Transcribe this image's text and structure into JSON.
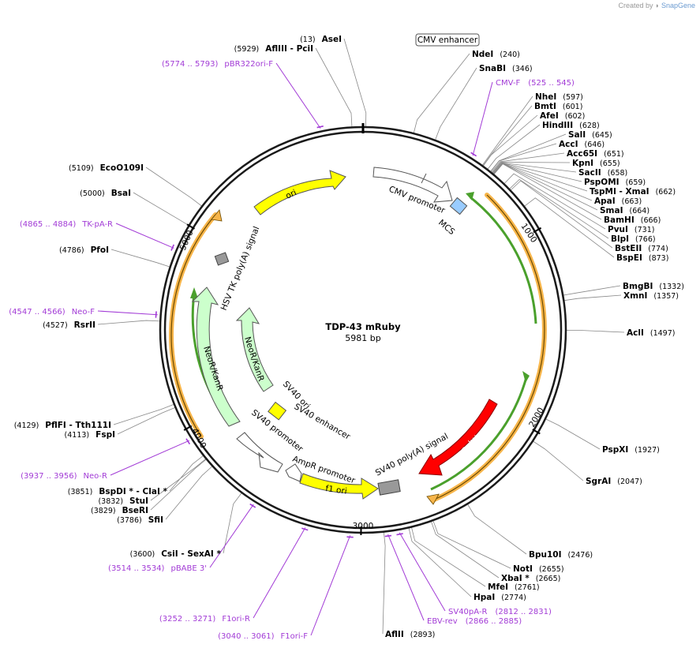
{
  "credit": {
    "prefix": "Created by",
    "brand": "SnapGene"
  },
  "plasmid": {
    "name": "TDP-43 mRuby",
    "size_label": "5981 bp",
    "length": 5981
  },
  "ticks": [
    {
      "label": "1000",
      "pos": 1000
    },
    {
      "label": "2000",
      "pos": 2000
    },
    {
      "label": "3000",
      "pos": 3000
    },
    {
      "label": "4000",
      "pos": 4000
    },
    {
      "label": "5000",
      "pos": 5000
    }
  ],
  "sites": [
    {
      "name": "AseI",
      "pos_label": "(13)",
      "pos": 13,
      "side": "left"
    },
    {
      "name": "NdeI",
      "pos_label": "(240)",
      "pos": 240,
      "side": "right"
    },
    {
      "name": "SnaBI",
      "pos_label": "(346)",
      "pos": 346,
      "side": "right"
    },
    {
      "name": "NheI",
      "pos_label": "(597)",
      "pos": 597,
      "side": "right"
    },
    {
      "name": "BmtI",
      "pos_label": "(601)",
      "pos": 601,
      "side": "right"
    },
    {
      "name": "AfeI",
      "pos_label": "(602)",
      "pos": 602,
      "side": "right"
    },
    {
      "name": "HindIII",
      "pos_label": "(628)",
      "pos": 628,
      "side": "right"
    },
    {
      "name": "SalI",
      "pos_label": "(645)",
      "pos": 645,
      "side": "right"
    },
    {
      "name": "AccI",
      "pos_label": "(646)",
      "pos": 646,
      "side": "right"
    },
    {
      "name": "Acc65I",
      "pos_label": "(651)",
      "pos": 651,
      "side": "right"
    },
    {
      "name": "KpnI",
      "pos_label": "(655)",
      "pos": 655,
      "side": "right"
    },
    {
      "name": "SacII",
      "pos_label": "(658)",
      "pos": 658,
      "side": "right"
    },
    {
      "name": "PspOMI",
      "pos_label": "(659)",
      "pos": 659,
      "side": "right"
    },
    {
      "name": "TspMI - XmaI",
      "pos_label": "(662)",
      "pos": 662,
      "side": "right"
    },
    {
      "name": "ApaI",
      "pos_label": "(663)",
      "pos": 663,
      "side": "right"
    },
    {
      "name": "SmaI",
      "pos_label": "(664)",
      "pos": 664,
      "side": "right"
    },
    {
      "name": "BamHI",
      "pos_label": "(666)",
      "pos": 666,
      "side": "right"
    },
    {
      "name": "PvuI",
      "pos_label": "(731)",
      "pos": 731,
      "side": "right"
    },
    {
      "name": "BlpI",
      "pos_label": "(766)",
      "pos": 766,
      "side": "right"
    },
    {
      "name": "BstEII",
      "pos_label": "(774)",
      "pos": 774,
      "side": "right"
    },
    {
      "name": "BspEI",
      "pos_label": "(873)",
      "pos": 873,
      "side": "right"
    },
    {
      "name": "BmgBI",
      "pos_label": "(1332)",
      "pos": 1332,
      "side": "right"
    },
    {
      "name": "XmnI",
      "pos_label": "(1357)",
      "pos": 1357,
      "side": "right"
    },
    {
      "name": "AclI",
      "pos_label": "(1497)",
      "pos": 1497,
      "side": "right"
    },
    {
      "name": "PspXI",
      "pos_label": "(1927)",
      "pos": 1927,
      "side": "right"
    },
    {
      "name": "SgrAI",
      "pos_label": "(2047)",
      "pos": 2047,
      "side": "right"
    },
    {
      "name": "Bpu10I",
      "pos_label": "(2476)",
      "pos": 2476,
      "side": "right"
    },
    {
      "name": "NotI",
      "pos_label": "(2655)",
      "pos": 2655,
      "side": "right"
    },
    {
      "name": "XbaI *",
      "pos_label": "(2665)",
      "pos": 2665,
      "side": "right"
    },
    {
      "name": "MfeI",
      "pos_label": "(2761)",
      "pos": 2761,
      "side": "right"
    },
    {
      "name": "HpaI",
      "pos_label": "(2774)",
      "pos": 2774,
      "side": "right"
    },
    {
      "name": "AflII",
      "pos_label": "(2893)",
      "pos": 2893,
      "side": "right"
    },
    {
      "name": "CsiI - SexAI *",
      "pos_label": "(3600)",
      "pos": 3600,
      "side": "left"
    },
    {
      "name": "SfiI",
      "pos_label": "(3786)",
      "pos": 3786,
      "side": "left"
    },
    {
      "name": "BseRI",
      "pos_label": "(3829)",
      "pos": 3829,
      "side": "left"
    },
    {
      "name": "StuI",
      "pos_label": "(3832)",
      "pos": 3832,
      "side": "left"
    },
    {
      "name": "BspDI * - ClaI *",
      "pos_label": "(3851)",
      "pos": 3851,
      "side": "left"
    },
    {
      "name": "FspI",
      "pos_label": "(4113)",
      "pos": 4113,
      "side": "left"
    },
    {
      "name": "PflFI - Tth111I",
      "pos_label": "(4129)",
      "pos": 4129,
      "side": "left"
    },
    {
      "name": "RsrII",
      "pos_label": "(4527)",
      "pos": 4527,
      "side": "left"
    },
    {
      "name": "PfoI",
      "pos_label": "(4786)",
      "pos": 4786,
      "side": "left"
    },
    {
      "name": "BsaI",
      "pos_label": "(5000)",
      "pos": 5000,
      "side": "left"
    },
    {
      "name": "EcoO109I",
      "pos_label": "(5109)",
      "pos": 5109,
      "side": "left"
    },
    {
      "name": "AflIII - PciI",
      "pos_label": "(5929)",
      "pos": 5929,
      "side": "left"
    }
  ],
  "primers": [
    {
      "name": "CMV-F",
      "range": "(525 .. 545)",
      "pos": 535,
      "side": "right"
    },
    {
      "name": "pBR322ori-F",
      "range": "(5774 .. 5793)",
      "pos": 5783,
      "side": "left"
    },
    {
      "name": "TK-pA-R",
      "range": "(4865 .. 4884)",
      "pos": 4874,
      "side": "left"
    },
    {
      "name": "Neo-F",
      "range": "(4547 .. 4566)",
      "pos": 4556,
      "side": "left"
    },
    {
      "name": "Neo-R",
      "range": "(3937 .. 3956)",
      "pos": 3946,
      "side": "left"
    },
    {
      "name": "pBABE 3'",
      "range": "(3514 .. 3534)",
      "pos": 3524,
      "side": "left"
    },
    {
      "name": "F1ori-R",
      "range": "(3252 .. 3271)",
      "pos": 3261,
      "side": "left"
    },
    {
      "name": "F1ori-F",
      "range": "(3040 .. 3061)",
      "pos": 3050,
      "side": "left"
    },
    {
      "name": "EBV-rev",
      "range": "(2866 .. 2885)",
      "pos": 2875,
      "side": "right"
    },
    {
      "name": "SV40pA-R",
      "range": "(2812 .. 2831)",
      "pos": 2821,
      "side": "right"
    }
  ],
  "features": [
    {
      "name": "CMV enhancer",
      "boxed": true
    },
    {
      "name": "CMV promoter"
    },
    {
      "name": "MCS"
    },
    {
      "name": "mRuby"
    },
    {
      "name": "SV40 poly(A) signal"
    },
    {
      "name": "f1 ori"
    },
    {
      "name": "AmpR promoter"
    },
    {
      "name": "SV40 promoter"
    },
    {
      "name": "SV40 ori"
    },
    {
      "name": "SV40 enhancer"
    },
    {
      "name": "NeoR/KanR"
    },
    {
      "name": "HSV TK poly(A) signal"
    },
    {
      "name": "ori"
    }
  ],
  "colors": {
    "backbone": "#1a1a1a",
    "ori": "#ffff00",
    "mruby": "#ff0000",
    "neo": "#ccffcc",
    "cmv": "#ffffff",
    "mcs": "#99ccff",
    "polyA": "#999999",
    "orf_orange": "#f7b54a",
    "orf_green": "#4aa02c",
    "primer": "#a23bd6"
  }
}
